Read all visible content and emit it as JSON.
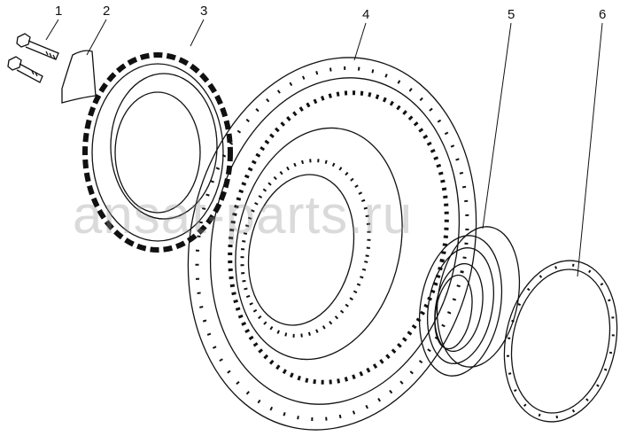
{
  "diagram": {
    "callouts": [
      {
        "label": "1",
        "part": "bolt"
      },
      {
        "label": "2",
        "part": "lock-plate"
      },
      {
        "label": "3",
        "part": "gear-ring"
      },
      {
        "label": "4",
        "part": "turbine-wheel"
      },
      {
        "label": "5",
        "part": "bearing"
      },
      {
        "label": "6",
        "part": "gasket-ring"
      }
    ],
    "watermark": "ansat-parts.ru"
  }
}
